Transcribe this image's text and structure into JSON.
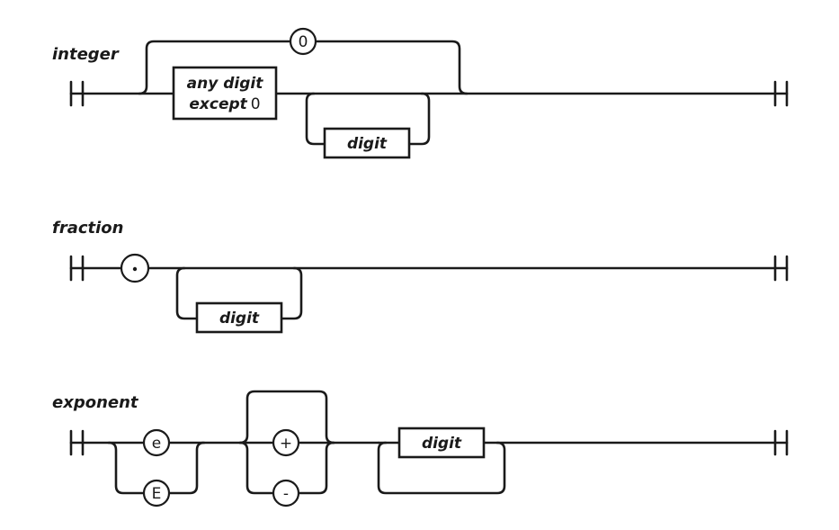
{
  "integer": {
    "title": "integer",
    "zero_literal": "0",
    "any_digit_line1": "any digit",
    "any_digit_line2_bold": "except",
    "any_digit_line2_plain": "0",
    "digit_label": "digit"
  },
  "fraction": {
    "title": "fraction",
    "decimal_point_literal": ".",
    "digit_label": "digit"
  },
  "exponent": {
    "title": "exponent",
    "lower_e_literal": "e",
    "upper_e_literal": "E",
    "plus_literal": "+",
    "minus_literal": "-",
    "digit_label": "digit"
  }
}
